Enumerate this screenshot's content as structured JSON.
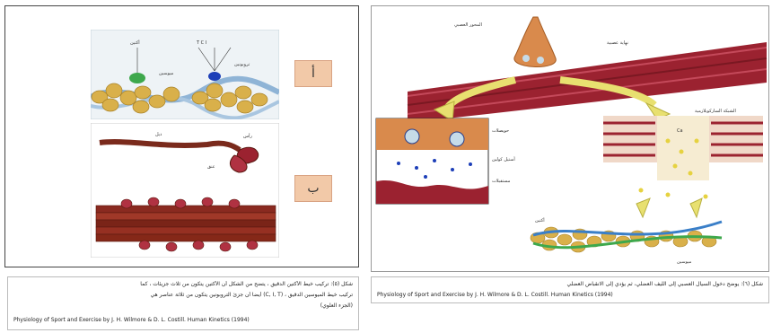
{
  "left_figure": {
    "label_top": "أ",
    "label_bottom": "ب",
    "lbl_actin": "أكتين",
    "lbl_tch": "T C I",
    "lbl_myosin": "ميوسين",
    "lbl_troponin": "تروبونين",
    "lbl_head": "رأس",
    "lbl_neck": "عنق",
    "lbl_tail": "ذيل"
  },
  "right_figure": {
    "lbl_nerve": "المحور العصبي",
    "lbl_terminal": "نهاية عصبية",
    "lbl_ach": "أستيل كولين",
    "lbl_receptor": "مستقبلات",
    "lbl_vesicle": "حويصلات",
    "lbl_sr": "الشبكة الساركوبلازمية",
    "lbl_ca": "Ca",
    "lbl_actin": "أكتين",
    "lbl_myosin": "ميوسين"
  },
  "captions": {
    "left_line1": "شكل (٥): تركيب خيط الأكتين الدقيق ، يتضح من الشكل أن الأكتين يتكون من ثلاث جزيئات ، كما",
    "left_line2": "أيضا أن جزئ التروبونين يتكون من ثلاثة عناصر هي (C, I, T) ، تركيب خيط الميوسين الدقيق",
    "left_line3": "(الجزء العلوي)",
    "left_source": "Physiology of Sport and Exercise by J. H. Wilmore & D. L. Costill. Human Kinetics (1994)",
    "right_line1": "شكل (٦): يوضح دخول السيال العصبي إلى الليف العضلي، ثم يؤدي إلى الانقباض العضلي",
    "right_source": "Physiology of Sport and Exercise by J. H. Wilmore & D. L. Costill. Human Kinetics (1994)"
  },
  "colors": {
    "muscle_red": "#9b2230",
    "fiber_brown": "#7a2a1c",
    "label_peach": "#f2c9a8",
    "globule_yellow": "#d9b04a",
    "arrow_yellow": "#e8e070"
  }
}
